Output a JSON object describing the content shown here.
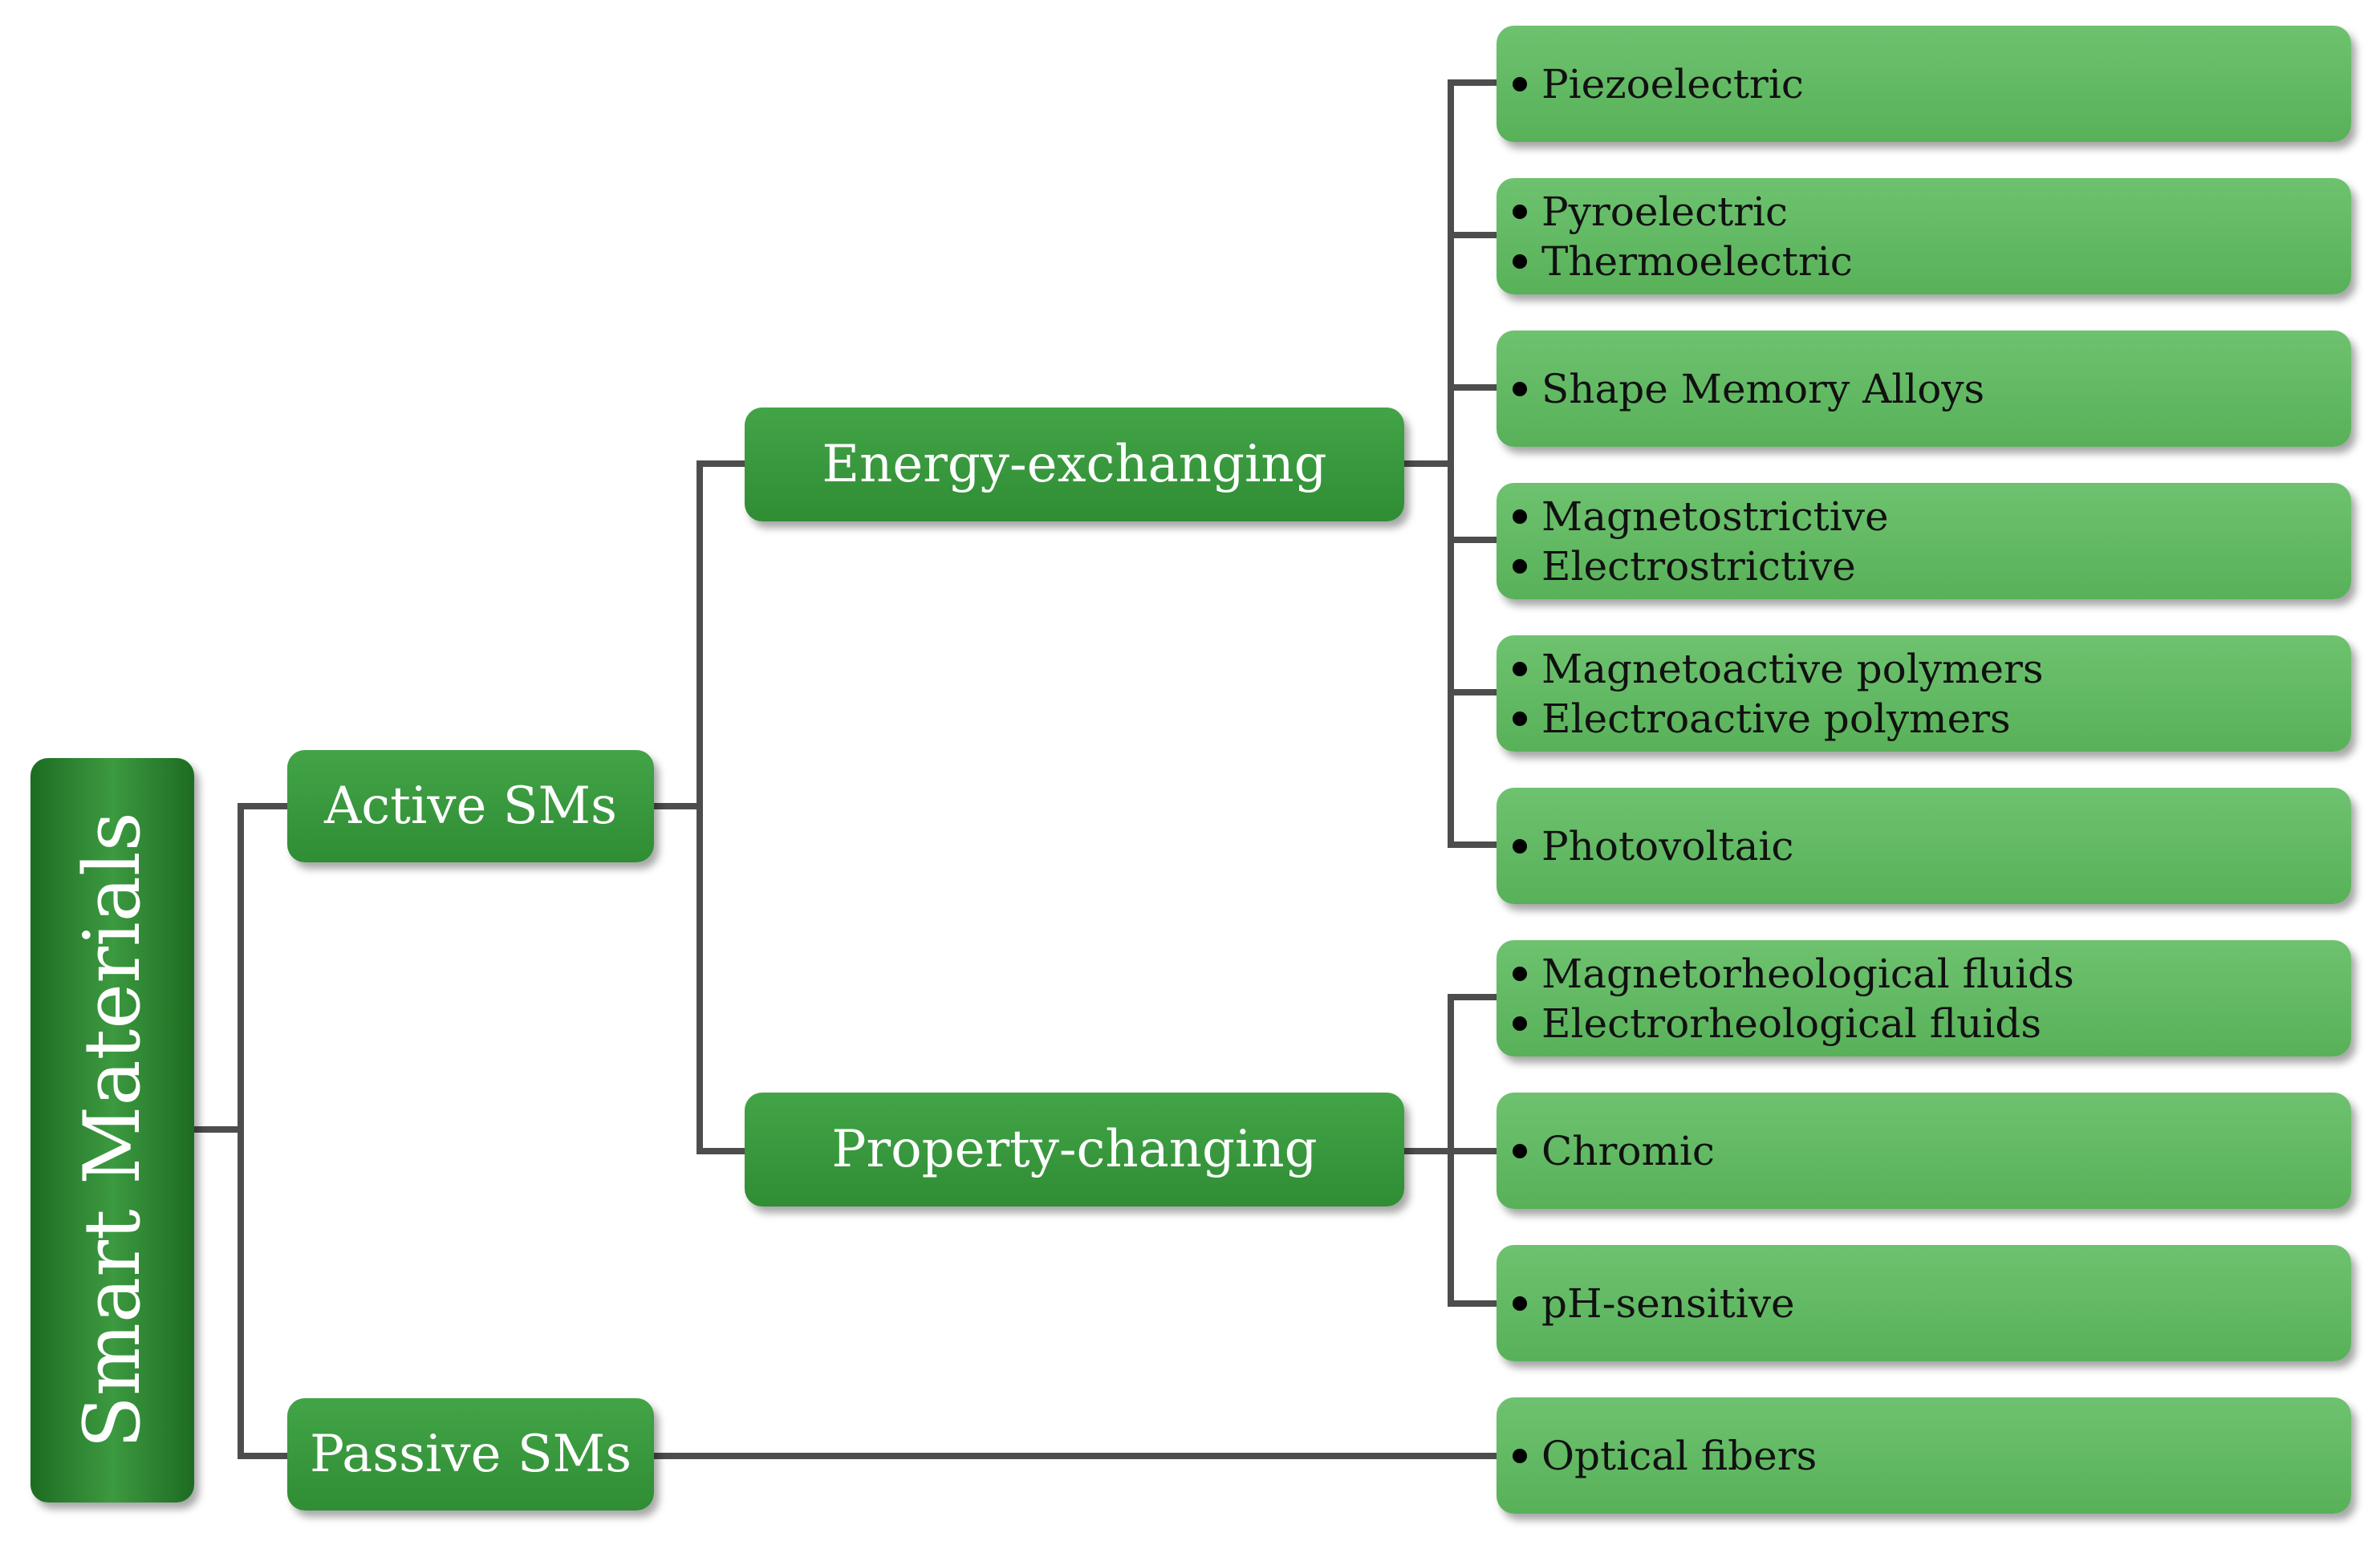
{
  "root": {
    "label": "Smart Materials"
  },
  "categories": {
    "active": "Active SMs",
    "passive": "Passive SMs"
  },
  "subcategories": {
    "energy": "Energy-exchanging",
    "property": "Property-changing"
  },
  "leaves": {
    "energy": [
      [
        "Piezoelectric"
      ],
      [
        "Pyroelectric",
        "Thermoelectric"
      ],
      [
        "Shape Memory Alloys"
      ],
      [
        "Magnetostrictive",
        "Electrostrictive"
      ],
      [
        "Magnetoactive polymers",
        "Electroactive polymers"
      ],
      [
        "Photovoltaic"
      ]
    ],
    "property": [
      [
        "Magnetorheological fluids",
        "Electrorheological fluids"
      ],
      [
        "Chromic"
      ],
      [
        "pH-sensitive"
      ]
    ],
    "passive": [
      [
        "Optical fibers"
      ]
    ]
  },
  "colors": {
    "root": "#2a7d2e",
    "level": "#3a9a3e",
    "leaf": "#62b863",
    "connector": "#4d4d4d"
  }
}
